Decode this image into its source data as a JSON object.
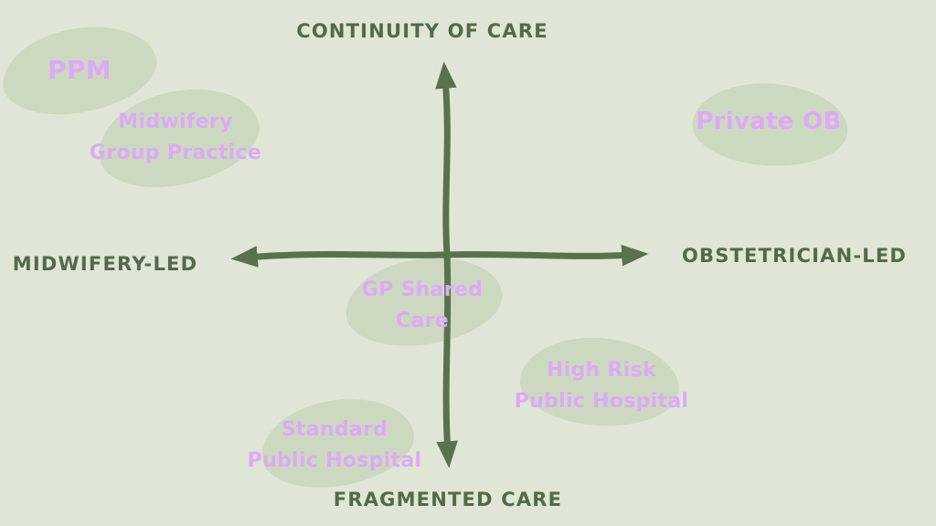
{
  "axes": {
    "top": "CONTINUITY OF CARE",
    "bottom": "FRAGMENTED CARE",
    "left": "MIDWIFERY-LED",
    "right": "OBSTETRICIAN-LED"
  },
  "items": [
    {
      "id": "ppm",
      "label": "PPM",
      "quadrant": "top-left"
    },
    {
      "id": "midwifery-group-practice",
      "label": "Midwifery\nGroup Practice",
      "quadrant": "top-left"
    },
    {
      "id": "private-ob",
      "label": "Private OB",
      "quadrant": "top-right"
    },
    {
      "id": "gp-shared-care",
      "label": "GP Shared\nCare",
      "quadrant": "center-below-axis"
    },
    {
      "id": "high-risk-public-hospital",
      "label": "High Risk\nPublic Hospital",
      "quadrant": "bottom-right"
    },
    {
      "id": "standard-public-hospital",
      "label": "Standard\nPublic Hospital",
      "quadrant": "bottom-left"
    }
  ],
  "colors": {
    "background": "#dfe6d5",
    "blob": "#cdd8c1",
    "axis": "#5b6f51",
    "axis_text": "#55684c",
    "item_text": "#dcaaf5"
  }
}
